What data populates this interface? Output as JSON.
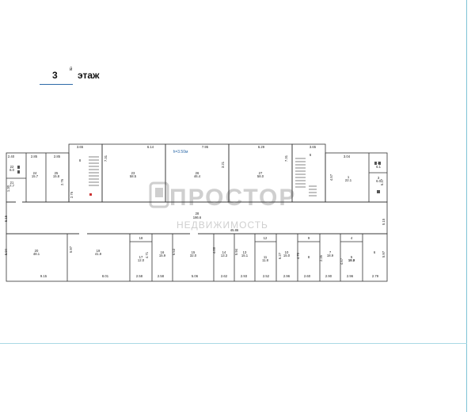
{
  "floor": {
    "number": "3",
    "superscript": "й",
    "word": "этаж"
  },
  "watermark": {
    "brand": "ПРОСТОР",
    "subtitle": "НЕДВИЖИМОСТЬ"
  },
  "colors": {
    "line": "#333333",
    "wall": "#222222",
    "text": "#222222",
    "accent_blue": "#2d6aa8",
    "rule": "#7fc3d6",
    "marker": "#cc3333"
  },
  "labels": [
    {
      "id": "d0",
      "t": "2.40"
    },
    {
      "id": "d1",
      "t": "2.85"
    },
    {
      "id": "d2",
      "t": "2.85"
    },
    {
      "id": "d3",
      "t": "3.65"
    },
    {
      "id": "d4",
      "t": "6.14"
    },
    {
      "id": "d5",
      "t": "h=3.50м"
    },
    {
      "id": "d6",
      "t": "7.95"
    },
    {
      "id": "d7",
      "t": "6.29"
    },
    {
      "id": "d8",
      "t": "3.65"
    },
    {
      "id": "d9",
      "t": "3.04"
    },
    {
      "id": "r22",
      "t": "22"
    },
    {
      "id": "r22a",
      "t": "6.0"
    },
    {
      "id": "r21",
      "t": "21"
    },
    {
      "id": "r21a",
      "t": "7.7"
    },
    {
      "id": "r24",
      "t": "24"
    },
    {
      "id": "r24a",
      "t": "15.7"
    },
    {
      "id": "r25",
      "t": "25"
    },
    {
      "id": "r25a",
      "t": "15.8"
    },
    {
      "id": "r23",
      "t": "23"
    },
    {
      "id": "r23a",
      "t": "58.5"
    },
    {
      "id": "r26",
      "t": "26"
    },
    {
      "id": "r26a",
      "t": "46.4"
    },
    {
      "id": "r27",
      "t": "27"
    },
    {
      "id": "r27a",
      "t": "58.0"
    },
    {
      "id": "r1",
      "t": "1"
    },
    {
      "id": "r1a",
      "t": "22.1"
    },
    {
      "id": "r2",
      "t": "2"
    },
    {
      "id": "r2a",
      "t": "6.1"
    },
    {
      "id": "r3",
      "t": "3"
    },
    {
      "id": "r3a",
      "t": "6.0"
    },
    {
      "id": "st1",
      "t": "8"
    },
    {
      "id": "st2",
      "t": "6"
    },
    {
      "id": "v0",
      "t": "1.30"
    },
    {
      "id": "v1",
      "t": "7.31"
    },
    {
      "id": "v2",
      "t": "3.21"
    },
    {
      "id": "v3",
      "t": "7.31"
    },
    {
      "id": "v4",
      "t": "4.57"
    },
    {
      "id": "v5",
      "t": "6.37"
    },
    {
      "id": "v6",
      "t": "2.76"
    },
    {
      "id": "v7",
      "t": "2.76"
    },
    {
      "id": "cw1",
      "t": "5.15"
    },
    {
      "id": "cw2",
      "t": "5.15"
    },
    {
      "id": "c28",
      "t": "28"
    },
    {
      "id": "c28a",
      "t": "186.6"
    },
    {
      "id": "c28b",
      "t": "45.86"
    },
    {
      "id": "l20",
      "t": "20"
    },
    {
      "id": "l20a",
      "t": "48.1"
    },
    {
      "id": "l19",
      "t": "19"
    },
    {
      "id": "l19a",
      "t": "41.9"
    },
    {
      "id": "l18",
      "t": "18"
    },
    {
      "id": "l17",
      "t": "17"
    },
    {
      "id": "l17a",
      "t": "12.0"
    },
    {
      "id": "l16",
      "t": "16"
    },
    {
      "id": "l16a",
      "t": "15.9"
    },
    {
      "id": "l15",
      "t": "15"
    },
    {
      "id": "l15a",
      "t": "32.0"
    },
    {
      "id": "l14",
      "t": "14"
    },
    {
      "id": "l14a",
      "t": "13.3"
    },
    {
      "id": "l13",
      "t": "13"
    },
    {
      "id": "l13a",
      "t": "15.1"
    },
    {
      "id": "l12",
      "t": "12"
    },
    {
      "id": "l11",
      "t": "11"
    },
    {
      "id": "l11a",
      "t": "11.8"
    },
    {
      "id": "l10",
      "t": "10"
    },
    {
      "id": "l10a",
      "t": "15.0"
    },
    {
      "id": "l9",
      "t": "9"
    },
    {
      "id": "l9a",
      "t": "12.4"
    },
    {
      "id": "l8",
      "t": "8"
    },
    {
      "id": "l7",
      "t": "7"
    },
    {
      "id": "l7a",
      "t": "18.9"
    },
    {
      "id": "l4",
      "t": "4"
    },
    {
      "id": "l4a",
      "t": "18.9"
    },
    {
      "id": "l5",
      "t": "5"
    },
    {
      "id": "l5a",
      "t": "15.2"
    },
    {
      "id": "l6",
      "t": "6"
    },
    {
      "id": "w1",
      "t": "5.94"
    },
    {
      "id": "w2",
      "t": "5.97"
    },
    {
      "id": "w3",
      "t": "4.71"
    },
    {
      "id": "w4",
      "t": "6.53"
    },
    {
      "id": "w5",
      "t": "4.00"
    },
    {
      "id": "w6",
      "t": "5.94"
    },
    {
      "id": "w7",
      "t": "6.27"
    },
    {
      "id": "w8",
      "t": "4.70"
    },
    {
      "id": "w9",
      "t": "2.35"
    },
    {
      "id": "w10",
      "t": "4.67"
    },
    {
      "id": "w11",
      "t": "5.97"
    },
    {
      "id": "b1",
      "t": "9.15"
    },
    {
      "id": "b2",
      "t": "8.01"
    },
    {
      "id": "b3",
      "t": "2.58"
    },
    {
      "id": "b4",
      "t": "2.58"
    },
    {
      "id": "b5",
      "t": "5.06"
    },
    {
      "id": "b6",
      "t": "2.62"
    },
    {
      "id": "b7",
      "t": "2.93"
    },
    {
      "id": "b8",
      "t": "2.52"
    },
    {
      "id": "b9",
      "t": "2.96"
    },
    {
      "id": "b10",
      "t": "2.60"
    },
    {
      "id": "b11",
      "t": "2.90"
    },
    {
      "id": "b12",
      "t": "2.96"
    },
    {
      "id": "b13",
      "t": "2.79"
    }
  ]
}
